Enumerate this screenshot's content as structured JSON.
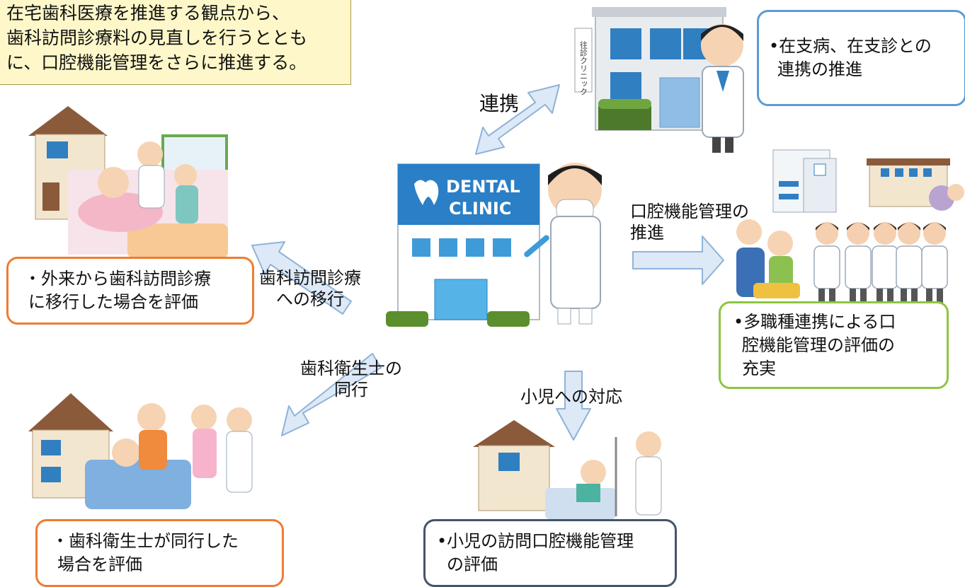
{
  "intro": {
    "lines": [
      "在宅歯科医療を推進する観点から、",
      "歯科訪問診療料の見直しを行うととも",
      "に、口腔機能管理をさらに推進する。"
    ]
  },
  "clinic_sign": {
    "line1": "DENTAL",
    "line2": "CLINIC"
  },
  "home_clinic_sign": "往診クリニック",
  "arrows": {
    "cooperation": "連携",
    "oral_function": {
      "line1": "口腔機能管理の",
      "line2": "推進"
    },
    "visit_transition": {
      "line1": "歯科訪問診療",
      "line2": "への移行"
    },
    "hygienist": {
      "line1": "歯科衛生士の",
      "line2": "同行"
    },
    "child": "小児への対応"
  },
  "callouts": {
    "support": {
      "line1": "•在支病、在支診との",
      "line2": "連携の推進"
    },
    "transition": {
      "line1": "・外来から歯科訪問診療",
      "line2": "に移行した場合を評価"
    },
    "multi": {
      "line1": "•多職種連携による口",
      "line2": "腔機能管理の評価の",
      "line3": "充実"
    },
    "hygienist": {
      "line1": "・歯科衛生士が同行した",
      "line2": "場合を評価"
    },
    "child": {
      "line1": "•小児の訪問口腔機能管理",
      "line2": "の評価"
    }
  },
  "colors": {
    "arrow_fill": "#dde9f6",
    "arrow_stroke": "#8eb3d9",
    "support_border": "#5b9bd5",
    "orange_border": "#ed7d31",
    "green_border": "#8dc63f",
    "slate_border": "#44546a",
    "intro_fill": "#fdf7c9",
    "clinic_blue": "#2a7fc6"
  }
}
